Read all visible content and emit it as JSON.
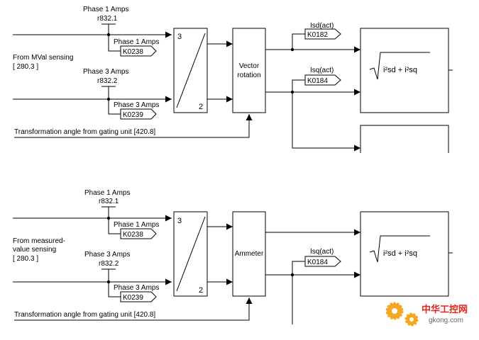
{
  "top": {
    "label_phase1_above": "Phase 1 Amps",
    "label_r8321": "r832.1",
    "label_phase1_conn": "Phase 1 Amps",
    "connector_k0238": "K0238",
    "source_line1": "From MVal sensing",
    "source_line2": "[ 280.3 ]",
    "label_phase3_above": "Phase 3 Amps",
    "label_r8322": "r832.2",
    "label_phase3_conn": "Phase 3 Amps",
    "connector_k0239": "K0239",
    "transform_label": "Transformation angle from gating unit  [420.8]",
    "converter_in_top": "3",
    "converter_in_bottom": "2",
    "block_line1": "Vector",
    "block_line2": "rotation",
    "label_isd": "Isd(act)",
    "connector_k0182": "K0182",
    "label_isq": "Isq(act)",
    "connector_k0184": "K0184",
    "formula": "i²sd + i²sq"
  },
  "bottom": {
    "label_phase1_above": "Phase 1 Amps",
    "label_r8321": "r832.1",
    "label_phase1_conn": "Phase 1 Amps",
    "connector_k0238": "K0238",
    "source_line1": "From measured-",
    "source_line2": "value sensing",
    "source_line3": "[ 280.3 ]",
    "label_phase3_above": "Phase 3 Amps",
    "label_r8322": "r832.2",
    "label_phase3_conn": "Phase 3 Amps",
    "connector_k0239": "K0239",
    "transform_label": "Transformation angle from gating unit  [420.8]",
    "converter_in_top": "3",
    "converter_in_bottom": "2",
    "block_label": "Ammeter",
    "label_isq": "Isq(act)",
    "connector_k0184": "K0184",
    "formula": "i²sd + i²sq"
  },
  "watermark": {
    "brand": "中华工控网",
    "domain": "gkong.com",
    "brand_color": "#e2231a",
    "gear_color": "#f5a623"
  }
}
